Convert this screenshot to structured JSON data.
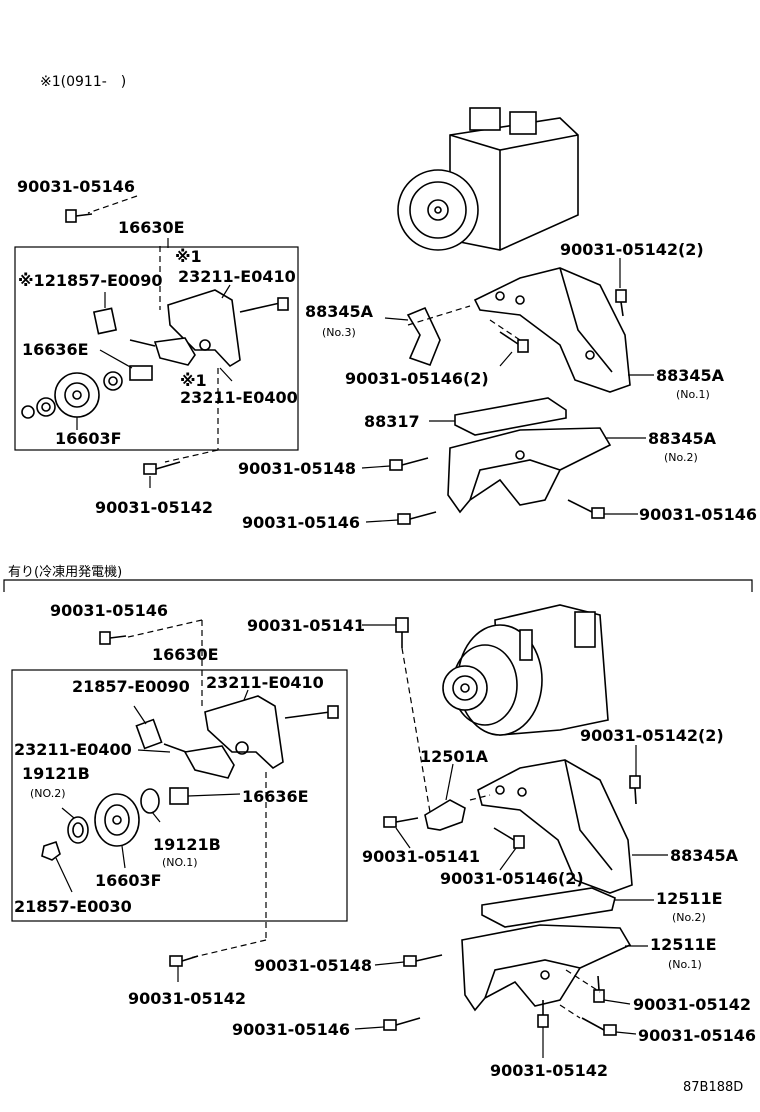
{
  "header_note": "※1(0911-　)",
  "top": {
    "boxed_part": "16630E",
    "parts": [
      {
        "id": "t1",
        "label": "90031-05146"
      },
      {
        "id": "t2",
        "label": "16630E"
      },
      {
        "id": "t3",
        "label": "※1"
      },
      {
        "id": "t4",
        "label": "※121857-E0090"
      },
      {
        "id": "t5",
        "label": "23211-E0410"
      },
      {
        "id": "t6",
        "label": "16636E"
      },
      {
        "id": "t7",
        "label": "※1"
      },
      {
        "id": "t8",
        "label": "23211-E0400"
      },
      {
        "id": "t9",
        "label": "16603F"
      },
      {
        "id": "t10",
        "label": "90031-05142"
      },
      {
        "id": "t11",
        "label": "90031-05142(2)"
      },
      {
        "id": "t12",
        "label": "88345A"
      },
      {
        "id": "t13",
        "label": "(No.3)"
      },
      {
        "id": "t14",
        "label": "90031-05146(2)"
      },
      {
        "id": "t15",
        "label": "88345A"
      },
      {
        "id": "t16",
        "label": "(No.1)"
      },
      {
        "id": "t17",
        "label": "88317"
      },
      {
        "id": "t18",
        "label": "88345A"
      },
      {
        "id": "t19",
        "label": "(No.2)"
      },
      {
        "id": "t20",
        "label": "90031-05148"
      },
      {
        "id": "t21",
        "label": "90031-05146"
      },
      {
        "id": "t22",
        "label": "90031-05146"
      }
    ]
  },
  "section_label": "有り(冷凍用発電機)",
  "bottom": {
    "parts": [
      {
        "id": "b1",
        "label": "90031-05146"
      },
      {
        "id": "b2",
        "label": "16630E"
      },
      {
        "id": "b3",
        "label": "21857-E0090"
      },
      {
        "id": "b4",
        "label": "23211-E0410"
      },
      {
        "id": "b5",
        "label": "23211-E0400"
      },
      {
        "id": "b6",
        "label": "19121B"
      },
      {
        "id": "b7",
        "label": "(NO.2)"
      },
      {
        "id": "b8",
        "label": "16636E"
      },
      {
        "id": "b9",
        "label": "19121B"
      },
      {
        "id": "b10",
        "label": "(NO.1)"
      },
      {
        "id": "b11",
        "label": "16603F"
      },
      {
        "id": "b12",
        "label": "21857-E0030"
      },
      {
        "id": "b13",
        "label": "90031-05142"
      },
      {
        "id": "b14",
        "label": "90031-05141"
      },
      {
        "id": "b15",
        "label": "12501A"
      },
      {
        "id": "b16",
        "label": "90031-05142(2)"
      },
      {
        "id": "b17",
        "label": "90031-05141"
      },
      {
        "id": "b18",
        "label": "90031-05146(2)"
      },
      {
        "id": "b19",
        "label": "88345A"
      },
      {
        "id": "b20",
        "label": "12511E"
      },
      {
        "id": "b21",
        "label": "(No.2)"
      },
      {
        "id": "b22",
        "label": "12511E"
      },
      {
        "id": "b23",
        "label": "(No.1)"
      },
      {
        "id": "b24",
        "label": "90031-05148"
      },
      {
        "id": "b25",
        "label": "90031-05142"
      },
      {
        "id": "b26",
        "label": "90031-05146"
      },
      {
        "id": "b27",
        "label": "90031-05146"
      },
      {
        "id": "b28",
        "label": "90031-05142"
      }
    ]
  },
  "ref_code": "87B188D"
}
